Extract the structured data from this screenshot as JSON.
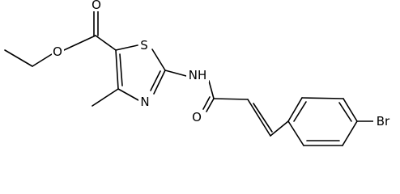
{
  "molecule": {
    "atoms": {
      "o_ester_carbonyl": "O",
      "o_ester_ether": "O",
      "s_ring": "S",
      "n_ring": "N",
      "n_amide": "NH",
      "o_amide": "O",
      "br": "Br"
    }
  }
}
